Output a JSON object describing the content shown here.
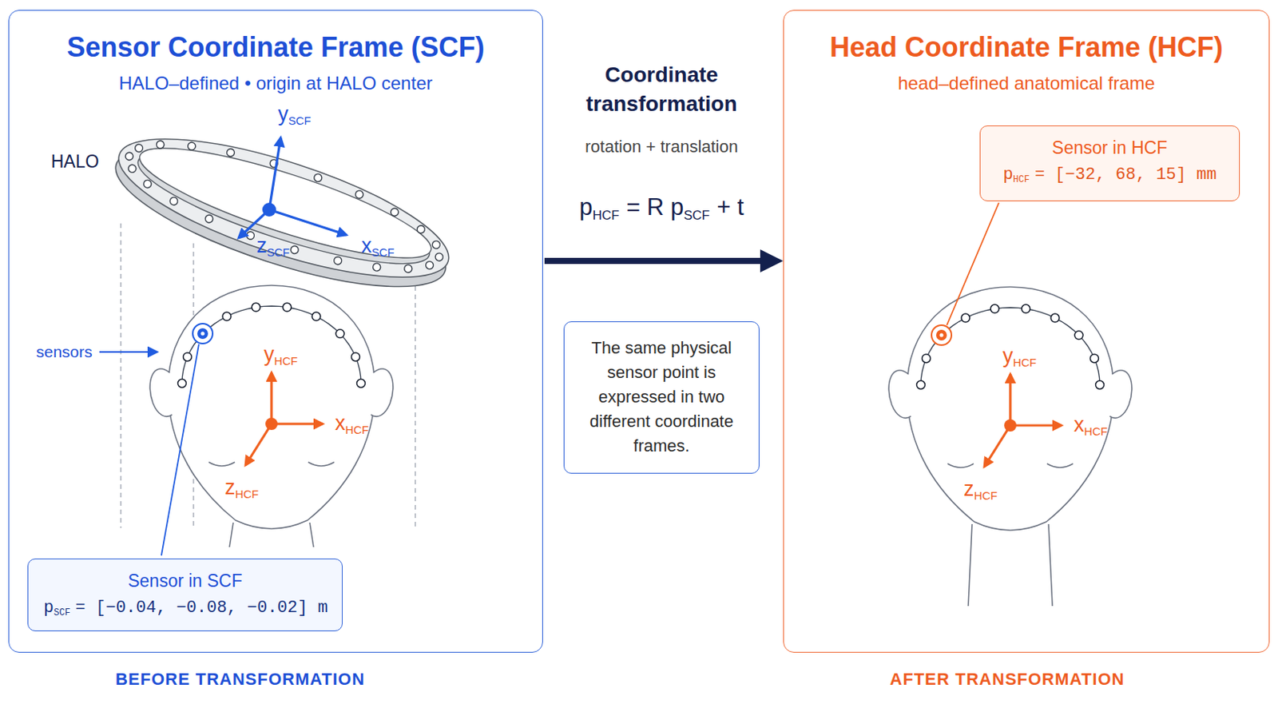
{
  "diagram": {
    "nodes": [
      {
        "text": [
          "Sensor Coordinate Frame (SCF)",
          "HALO–defined  •  origin at HALO center"
        ]
      },
      {
        "text": [
          "Sensor in SCF",
          "p",
          "SCF",
          "= [−0.04, −0.08, −0.02] m"
        ],
        "in": 0
      },
      {
        "text": [
          "The same physical sensor point is expressed in two different coordinate frames."
        ]
      },
      {
        "text": [
          "Head Coordinate Frame (HCF)",
          "head–defined anatomical frame"
        ]
      },
      {
        "text": [
          "Sensor in HCF",
          "p",
          "HCF",
          "= [−32, 68, 15] mm"
        ],
        "in": 3
      }
    ],
    "edges": [
      {
        "from": 0,
        "to": 3,
        "arrow": "to"
      }
    ],
    "labels": [
      "HALO",
      "sensors",
      "y",
      "SCF",
      "z",
      "SCF",
      "x",
      "SCF",
      "y",
      "HCF",
      "x",
      "HCF",
      "z",
      "HCF",
      "BEFORE  TRANSFORMATION",
      "Coordinate transformation",
      "rotation + translation",
      "p",
      "HCF",
      "= R p",
      "SCF",
      "+ t",
      "y",
      "HCF",
      "x",
      "HCF",
      "z",
      "HCF",
      "AFTER  TRANSFORMATION"
    ]
  }
}
